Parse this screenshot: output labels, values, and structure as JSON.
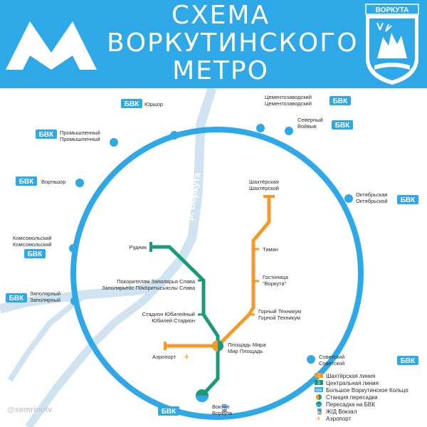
{
  "header": {
    "title_lines": [
      "СХЕМА",
      "ВОРКУТИНСКОГО",
      "МЕТРО"
    ],
    "crest_label": "ВОРКУТА"
  },
  "river": {
    "label": "р. Воркута"
  },
  "bvk_label": "БВК",
  "ring_stations": [
    {
      "id": "yurshor",
      "lines": [
        "Юршор"
      ]
    },
    {
      "id": "cementozavodsky",
      "lines": [
        "Цементозаводский",
        "Цементозаводский"
      ]
    },
    {
      "id": "promyshlenny",
      "lines": [
        "Промышленный",
        "Промышленный"
      ]
    },
    {
      "id": "severny",
      "lines": [
        "Северный",
        "Войвыв"
      ]
    },
    {
      "id": "vorgashor",
      "lines": [
        "Воргашор"
      ]
    },
    {
      "id": "oktyabrsky",
      "lines": [
        "Октябрьская",
        "Октябрьской"
      ]
    },
    {
      "id": "komsomolsky",
      "lines": [
        "Комсомольский",
        "Комсомольский"
      ]
    },
    {
      "id": "zapolyarny",
      "lines": [
        "Заполярный",
        "Заполярный"
      ]
    },
    {
      "id": "sovetsky",
      "lines": [
        "Советский",
        "Советской"
      ]
    }
  ],
  "orange_stations": [
    {
      "id": "shakhterskaya",
      "lines": [
        "Шахтёрская",
        "Шахтёрской"
      ]
    },
    {
      "id": "timan",
      "lines": [
        "Тиман"
      ]
    },
    {
      "id": "gostinitsa",
      "lines": [
        "Гостиница",
        "\"Воркута\""
      ]
    },
    {
      "id": "gorny",
      "lines": [
        "Горный Техникум",
        "Горной Техникум"
      ]
    },
    {
      "id": "airport",
      "lines": [
        "Аэропорт"
      ]
    }
  ],
  "green_stations": [
    {
      "id": "rudnik",
      "lines": [
        "Рудник"
      ]
    },
    {
      "id": "pokoritelyam",
      "lines": [
        "Покорителям Заполярья Слава",
        "Заполярьеöс Пöкöритысьяслы Слава"
      ]
    },
    {
      "id": "stadion",
      "lines": [
        "Стадион Юбилейный",
        "Юбилей Стадион"
      ]
    },
    {
      "id": "vokzal",
      "lines": [
        "Вокзал",
        "Воркута"
      ]
    }
  ],
  "transfer_station": {
    "lines": [
      "Площадь Мира",
      "Мир Площадь"
    ]
  },
  "legend": [
    {
      "marker": "1",
      "label": "Шахтёрская линия",
      "color": "#f39a2c"
    },
    {
      "marker": "2",
      "label": "Центральная линия",
      "color": "#1a9a78"
    },
    {
      "marker": "БВК",
      "label": "Большое Воркутинское Кольцо",
      "color": "#2ea8e6"
    },
    {
      "marker": "",
      "label": "Станция пересадки",
      "color": "#1a9a78"
    },
    {
      "marker": "",
      "label": "Пересадка на БВК",
      "color": "#1a9a78"
    },
    {
      "marker": "",
      "label": "Ж/Д Вокзал",
      "color": "#2ea8e6"
    },
    {
      "marker": "",
      "label": "Аэропорт",
      "color": "#f39a2c"
    }
  ],
  "watermark": "@semrinotv",
  "colors": {
    "header": "#2ea8e6",
    "ring": "#2ea8e6",
    "orange_line": "#f39a2c",
    "green_line": "#1a9a78",
    "river": "#cfe3f1"
  }
}
